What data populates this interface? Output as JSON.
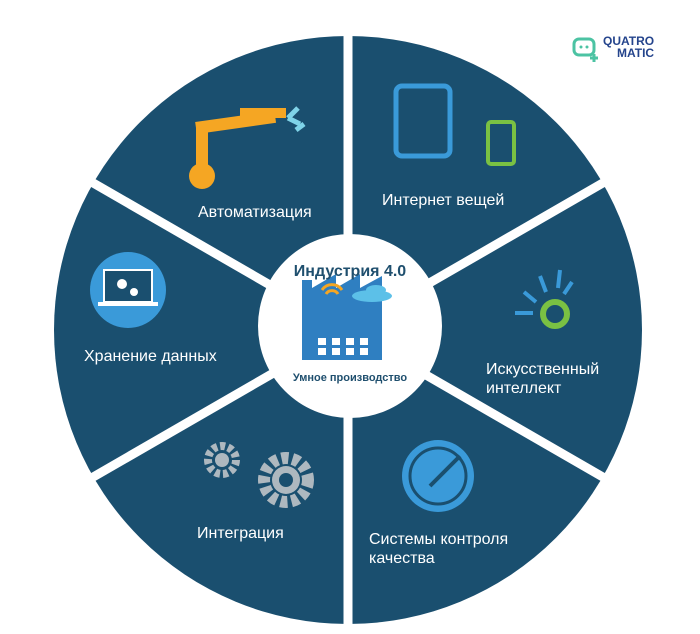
{
  "logo": {
    "line1": "QUATRO",
    "line2": "MATIC"
  },
  "center": {
    "title": "Индустрия 4.0",
    "subtitle": "Умное производство"
  },
  "segments": {
    "automation": "Автоматизация",
    "iot": "Интернет вещей",
    "ai_line1": "Искусственный",
    "ai_line2": "интеллект",
    "quality_line1": "Системы контроля",
    "quality_line2": "качества",
    "integration": "Интеграция",
    "storage": "Хранение данных"
  },
  "colors": {
    "segment": "#1a4f6f",
    "accent_blue": "#3a9ad9",
    "orange": "#f5a623",
    "green": "#7ac143"
  }
}
